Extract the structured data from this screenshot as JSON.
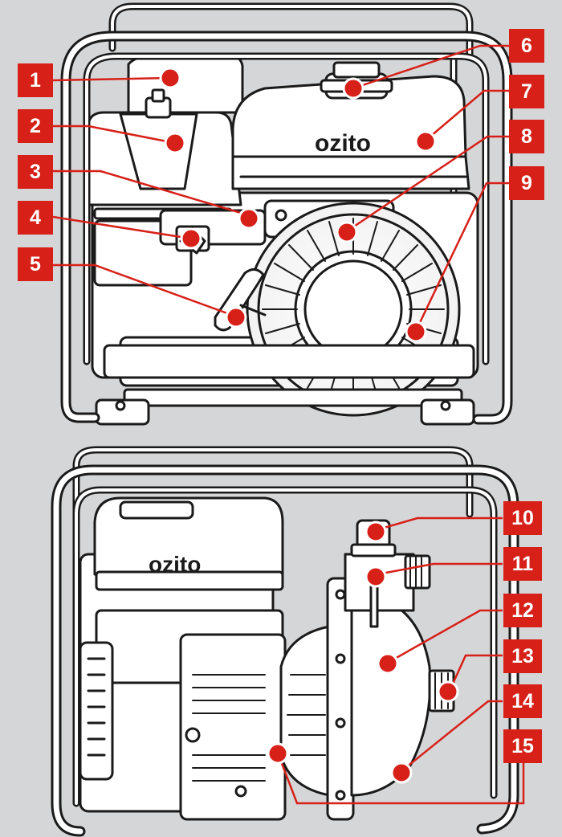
{
  "colors": {
    "background": "#d5d6d7",
    "label_fill": "#d62018",
    "label_text": "#ffffff",
    "marker": "#d62018",
    "line": "#d62018",
    "outline": "#1a1a1a",
    "part_fill": "#ffffff"
  },
  "views": {
    "front": {
      "brand": "ozito",
      "labels": [
        "1",
        "2",
        "3",
        "4",
        "5",
        "6",
        "7",
        "8",
        "9"
      ]
    },
    "side": {
      "brand": "ozito",
      "labels": [
        "10",
        "11",
        "12",
        "13",
        "14",
        "15"
      ]
    }
  }
}
